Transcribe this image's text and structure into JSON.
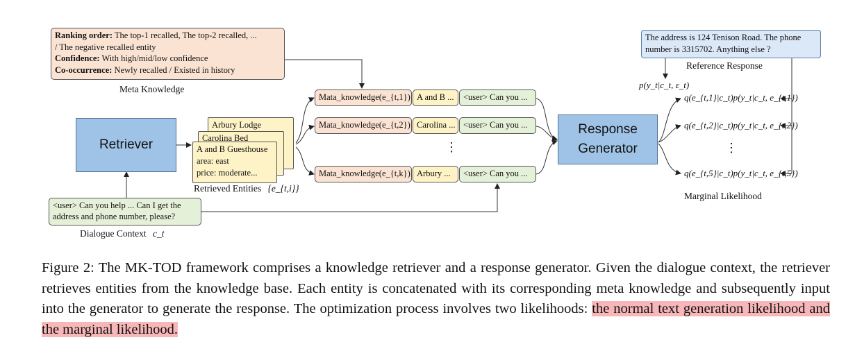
{
  "meta_box": {
    "line1_bold": "Ranking order:",
    "line1_rest": " The top-1 recalled, The top-2 recalled, ...",
    "line2": "/ The negative recalled entity",
    "line3_bold": "Confidence:",
    "line3_rest": " With high/mid/low confidence",
    "line4_bold": "Co-occurrence:",
    "line4_rest": " Newly recalled / Existed in history",
    "label": "Meta Knowledge"
  },
  "retriever": {
    "label": "Retriever"
  },
  "entities": {
    "card1": "Arbury Lodge",
    "card2": "Carolina Bed",
    "card3_line1": "A and B Guesthouse",
    "card3_line2": "area: east",
    "card3_line3": "price: moderate...",
    "label": "Retrieved Entities",
    "label_math": "{e_{t,i}}"
  },
  "dialogue": {
    "line1": "<user> Can you help ... Can I get the",
    "line2": "address and phone number, please?",
    "label": "Dialogue Context",
    "label_math": "c_t"
  },
  "rows": [
    {
      "meta": "Mata_knowledge(e_{t,1})",
      "entity": "A and B ...",
      "context": "<user> Can you ..."
    },
    {
      "meta": "Mata_knowledge(e_{t,2})",
      "entity": "Carolina ...",
      "context": "<user> Can you ..."
    },
    {
      "meta": "Mata_knowledge(e_{t,k})",
      "entity": "Arbury ...",
      "context": "<user> Can you ..."
    }
  ],
  "dots": "⋮",
  "generator": {
    "line1": "Response",
    "line2": "Generator"
  },
  "reference": {
    "line1": "The address is 124 Tenison Road. The phone",
    "line2": "number is 3315702. Anything else ?",
    "label": "Reference Response"
  },
  "likelihood": {
    "top": "p(y_t|c_t, ε_t)",
    "terms": [
      "q(e_{t,1}|c_t)p(y_t|c_t, e_{t,1})",
      "q(e_{t,2}|c_t)p(y_t|c_t, e_{t,2})",
      "q(e_{t,5}|c_t)p(y_t|c_t, e_{t,5})"
    ],
    "label": "Marginal Likelihood"
  },
  "caption": {
    "text": "Figure 2: The MK-TOD framework comprises a knowledge retriever and a response generator. Given the dialogue context, the retriever retrieves entities from the knowledge base. Each entity is concatenated with its corresponding meta knowledge and subsequently input into the generator to generate the response. The optimization process involves two likelihoods: ",
    "highlight": "the normal text generation likelihood and the marginal likelihood."
  }
}
